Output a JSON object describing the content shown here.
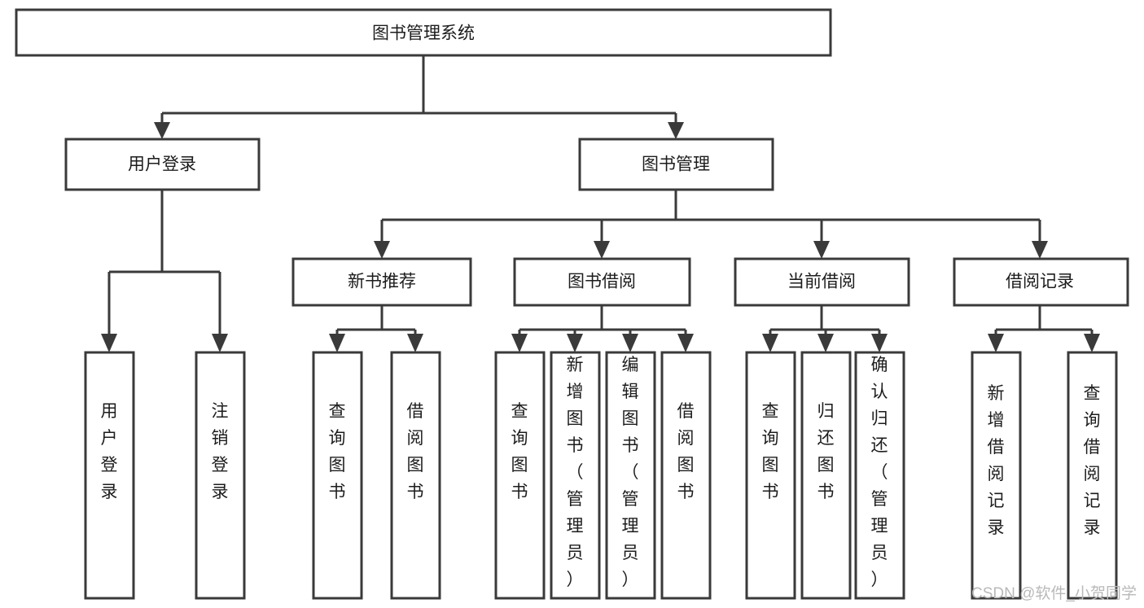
{
  "diagram": {
    "type": "tree-hierarchy",
    "title": "图书管理系统",
    "root": {
      "id": "root",
      "label": "图书管理系统",
      "orientation": "horizontal"
    },
    "level2": [
      {
        "id": "user-login",
        "label": "用户登录",
        "orientation": "horizontal"
      },
      {
        "id": "book-manage",
        "label": "图书管理",
        "orientation": "horizontal"
      }
    ],
    "level3": [
      {
        "id": "new-book-recommend",
        "label": "新书推荐",
        "orientation": "horizontal",
        "parent": "book-manage"
      },
      {
        "id": "book-borrow",
        "label": "图书借阅",
        "orientation": "horizontal",
        "parent": "book-manage"
      },
      {
        "id": "current-borrow",
        "label": "当前借阅",
        "orientation": "horizontal",
        "parent": "book-manage"
      },
      {
        "id": "borrow-record",
        "label": "借阅记录",
        "orientation": "horizontal",
        "parent": "book-manage"
      }
    ],
    "leaves": [
      {
        "id": "leaf-user-login",
        "label": "用户登录",
        "orientation": "vertical",
        "parent": "user-login"
      },
      {
        "id": "leaf-user-logout",
        "label": "注销登录",
        "orientation": "vertical",
        "parent": "user-login"
      },
      {
        "id": "leaf-query-book-1",
        "label": "查询图书",
        "orientation": "vertical",
        "parent": "new-book-recommend"
      },
      {
        "id": "leaf-borrow-book-1",
        "label": "借阅图书",
        "orientation": "vertical",
        "parent": "new-book-recommend"
      },
      {
        "id": "leaf-query-book-2",
        "label": "查询图书",
        "orientation": "vertical",
        "parent": "book-borrow"
      },
      {
        "id": "leaf-add-book",
        "label": "新增图书（管理员）",
        "orientation": "vertical",
        "parent": "book-borrow"
      },
      {
        "id": "leaf-edit-book",
        "label": "编辑图书（管理员）",
        "orientation": "vertical",
        "parent": "book-borrow"
      },
      {
        "id": "leaf-borrow-book-2",
        "label": "借阅图书",
        "orientation": "vertical",
        "parent": "book-borrow"
      },
      {
        "id": "leaf-query-book-3",
        "label": "查询图书",
        "orientation": "vertical",
        "parent": "current-borrow"
      },
      {
        "id": "leaf-return-book",
        "label": "归还图书",
        "orientation": "vertical",
        "parent": "current-borrow"
      },
      {
        "id": "leaf-confirm-return",
        "label": "确认归还（管理员）",
        "orientation": "vertical",
        "parent": "current-borrow"
      },
      {
        "id": "leaf-add-record",
        "label": "新增借阅记录",
        "orientation": "vertical",
        "parent": "borrow-record"
      },
      {
        "id": "leaf-query-record",
        "label": "查询借阅记录",
        "orientation": "vertical",
        "parent": "borrow-record"
      }
    ],
    "colors": {
      "box_stroke": "#3a3a3a",
      "box_fill": "#ffffff",
      "connector": "#3a3a3a",
      "text": "#1c1c1c",
      "background": "#ffffff",
      "watermark": "#b9b9b9"
    }
  },
  "watermark": {
    "text": "CSDN @软件_小贺同学"
  }
}
